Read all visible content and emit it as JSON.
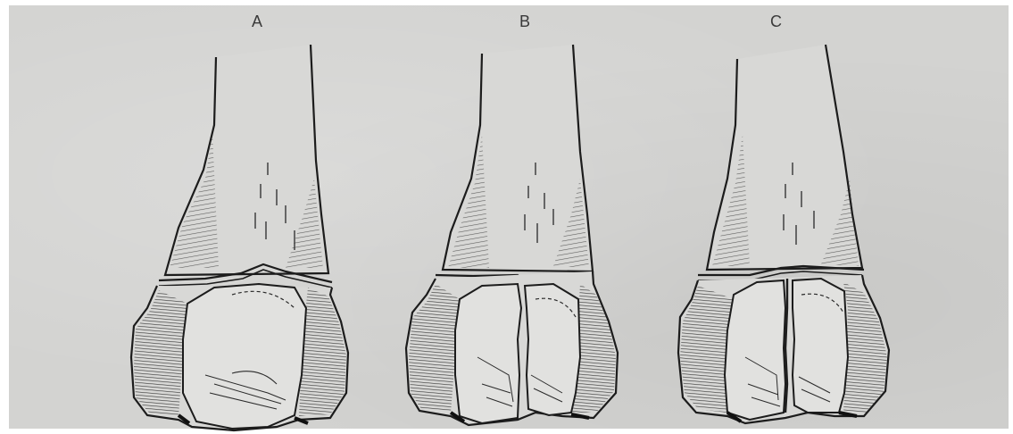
{
  "panels": [
    {
      "label": "A"
    },
    {
      "label": "B"
    },
    {
      "label": "C"
    }
  ],
  "colors": {
    "paper": "#d3d3d1",
    "ink": "#1c1c1c",
    "bone_fill": "#dcdcda"
  }
}
